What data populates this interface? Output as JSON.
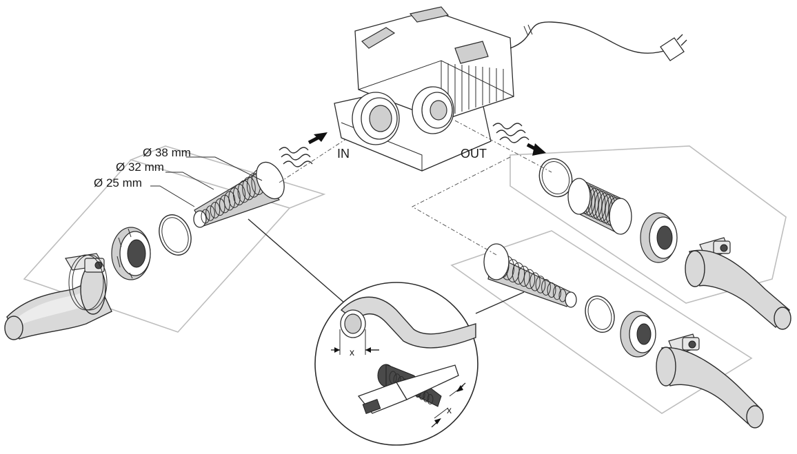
{
  "labels": {
    "dia_38": "Ø 38 mm",
    "dia_32": "Ø 32 mm",
    "dia_25": "Ø 25 mm",
    "inlet": "IN",
    "outlet": "OUT",
    "cut_dim_1": "x",
    "cut_dim_2": "x"
  }
}
